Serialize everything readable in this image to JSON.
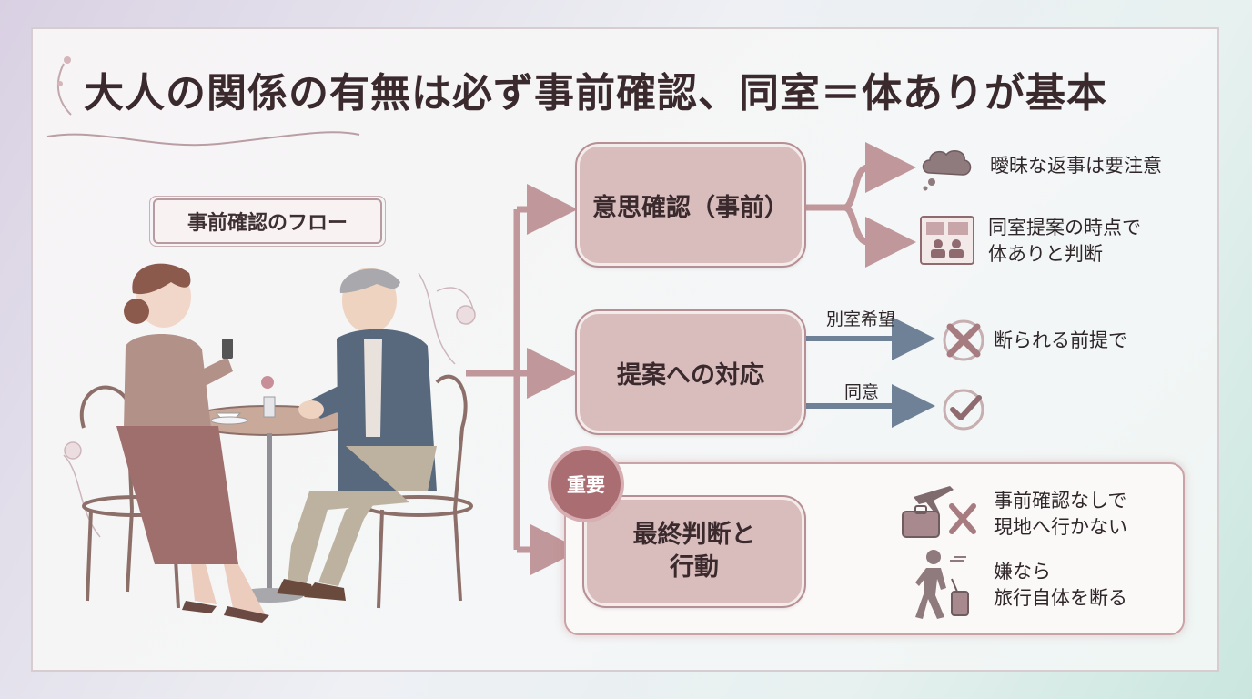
{
  "title": "大人の関係の有無は必ず事前確認、同室＝体ありが基本",
  "flow_label": "事前確認のフロー",
  "nodes": {
    "confirm": "意思確認（事前）",
    "response": "提案への対応",
    "final_line1": "最終判断と",
    "final_line2": "行動"
  },
  "badge": "重要",
  "branches": {
    "ambiguous": "曖昧な返事は要注意",
    "same_room_line1": "同室提案の時点で",
    "same_room_line2": "体ありと判断",
    "separate_label": "別室希望",
    "separate_result": "断られる前提で",
    "agree_label": "同意",
    "no_onsite_line1": "事前確認なしで",
    "no_onsite_line2": "現地へ行かない",
    "decline_line1": "嫌なら",
    "decline_line2": "旅行自体を断る"
  },
  "colors": {
    "node_fill": "#d9bcbc",
    "pink_arrow": "#c0979a",
    "blue_arrow": "#6e8196",
    "badge": "#a96d72"
  },
  "icons": [
    "thought-cloud-icon",
    "two-people-room-icon",
    "cross-icon",
    "check-icon",
    "airplane-luggage-icon",
    "walking-traveler-icon"
  ]
}
